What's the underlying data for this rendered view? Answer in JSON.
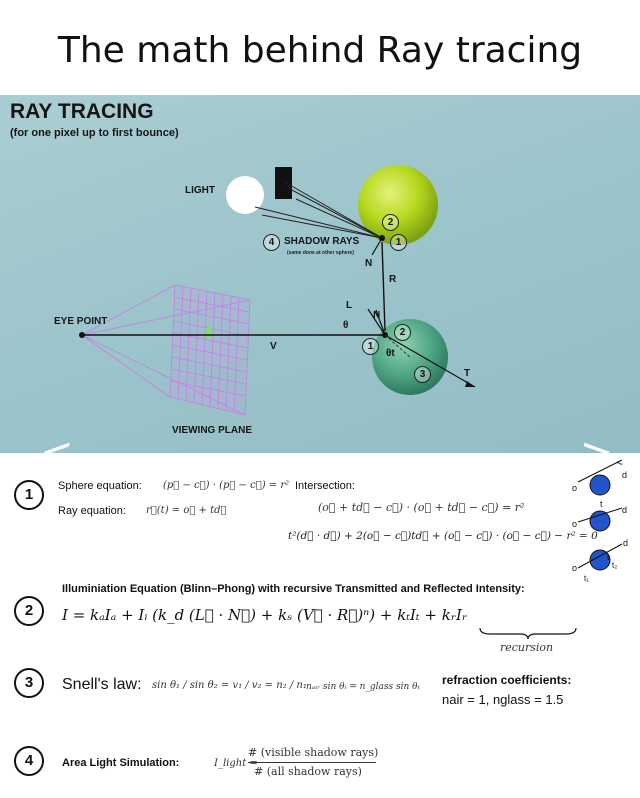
{
  "page": {
    "title": "The math behind Ray tracing"
  },
  "panel": {
    "title": "RAY TRACING",
    "subtitle": "(for one pixel up to first bounce)",
    "labels": {
      "light": "LIGHT",
      "shadow_rays": "SHADOW RAYS",
      "shadow_rays_note": "(same done at other sphere)",
      "eye_point": "EYE POINT",
      "viewing_plane": "VIEWING PLANE",
      "v": "V",
      "n_top": "N",
      "r": "R",
      "l": "L",
      "n_mid": "N",
      "theta": "θ",
      "theta_t": "θt",
      "t": "T"
    },
    "markers": {
      "m1": "1",
      "m2": "2",
      "m3": "3",
      "m4": "4"
    }
  },
  "nav": {
    "prev": "<",
    "next": ">"
  },
  "sections": {
    "s1": {
      "number": "1",
      "sphere_label": "Sphere equation:",
      "sphere_eq": "(p⃗ − c⃗) · (p⃗ − c⃗) = r²",
      "ray_label": "Ray equation:",
      "ray_eq": "r⃗(t) = o⃗ + td⃗",
      "intersection_label": "Intersection:",
      "intersection_eq1": "(o⃗ + td⃗ − c⃗) · (o⃗ + td⃗ − c⃗) = r²",
      "intersection_eq2": "t²(d⃗ · d⃗) + 2(o⃗ − c⃗)td⃗ + (o⃗ − c⃗) · (o⃗ − c⃗) − r² = 0"
    },
    "s2": {
      "number": "2",
      "heading": "Illuminiation Equation (Blinn–Phong) with recursive Transmitted and Reflected Intensity:",
      "equation": "I = kₐIₐ + Iᵢ (k_d (L⃗ · N⃗) + kₛ (V⃗ · R⃗)ⁿ) + kₜIₜ + kᵣIᵣ",
      "recursion": "recursion"
    },
    "s3": {
      "number": "3",
      "label": "Snell's law:",
      "eq": "sin θ₁ / sin θ₂ = v₁ / v₂ = n₂ / n₁",
      "eq2": "nₐᵢᵣ sin θᵢ = n_glass sin θₜ",
      "refraction_heading": "refraction coefficients:",
      "refraction_values": "nair = 1, nglass = 1.5"
    },
    "s4": {
      "number": "4",
      "label": "Area Light Simulation:",
      "lhs": "I_light =",
      "numerator": "# (visible shadow rays)",
      "denominator": "# (all shadow rays)"
    }
  },
  "side_diagram": {
    "t1": "t",
    "d1": "d",
    "o1": "o",
    "t2": "t",
    "d2": "d",
    "o2": "o",
    "d3": "d",
    "t3": "t",
    "t4": "t₂",
    "o3": "o",
    "t5": "t₁"
  },
  "colors": {
    "panel": "#9cc4cb",
    "sphere_green": "#b5d81d",
    "sphere_teal": "#4fa584",
    "grid": "#c77de6",
    "circle_blue": "#2255cc"
  }
}
